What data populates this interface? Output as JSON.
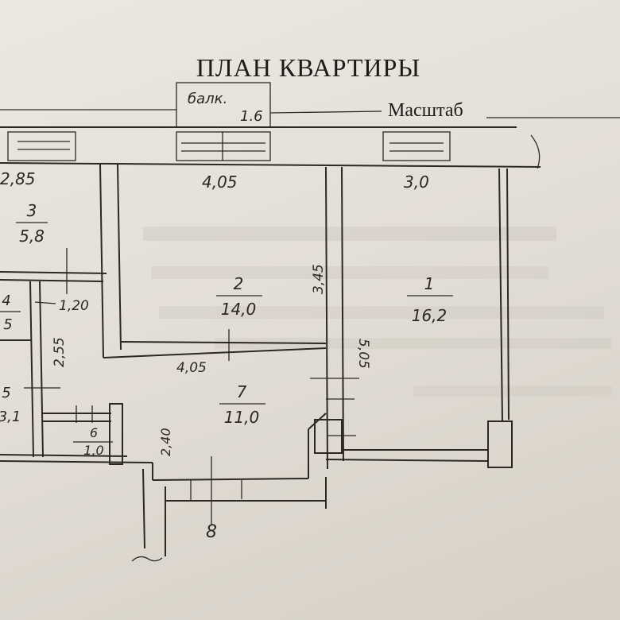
{
  "title": "ПЛАН  КВАРТИРЫ",
  "scale_label": "Масштаб",
  "balcony": {
    "label": "балк.",
    "size": "1.6"
  },
  "dimensions": {
    "top_left": "2,85",
    "top_mid": "4,05",
    "top_right": "3,0",
    "corridor_width": "1,20",
    "left_vertical": "2,55",
    "room2_vertical": "3,45",
    "room1_vertical": "5,05",
    "room2_bottom": "4,05",
    "hall_vertical": "2,40"
  },
  "rooms": [
    {
      "number": "3",
      "area": "5,8"
    },
    {
      "number": "2",
      "area": "14,0"
    },
    {
      "number": "1",
      "area": "16,2"
    },
    {
      "number": "4",
      "area": "5"
    },
    {
      "number": "5",
      "area": "3,1"
    },
    {
      "number": "6",
      "area": "1,0"
    },
    {
      "number": "7",
      "area": "11,0"
    },
    {
      "number": "8",
      "area": ""
    }
  ]
}
